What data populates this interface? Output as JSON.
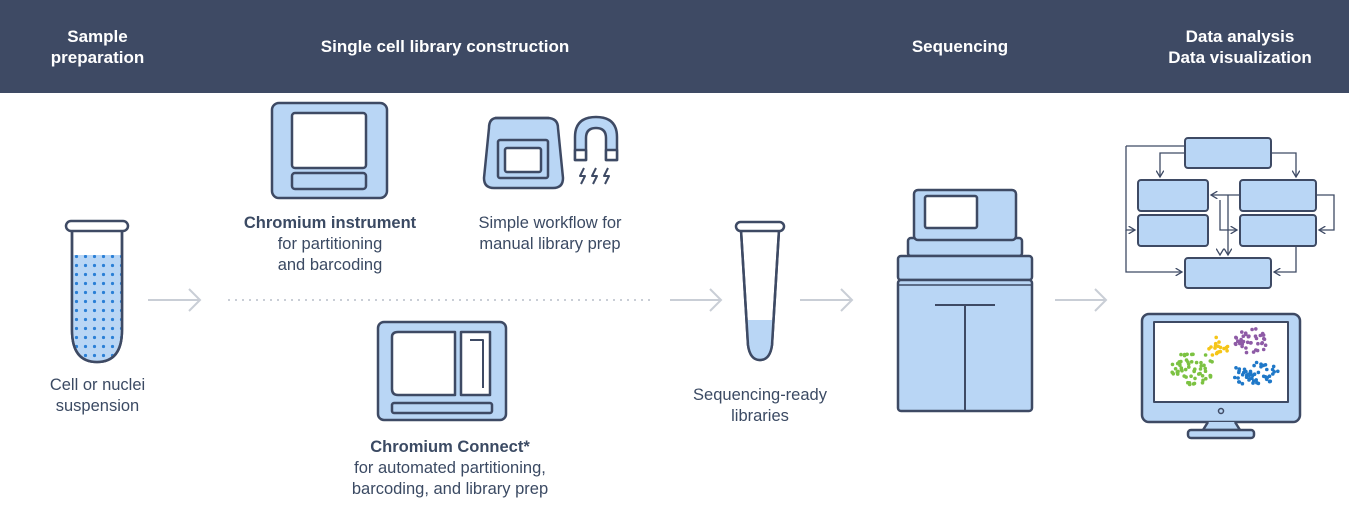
{
  "header": {
    "sample_prep": "Sample\npreparation",
    "library": "Single cell library construction",
    "sequencing": "Sequencing",
    "analysis": "Data analysis\nData visualization"
  },
  "labels": {
    "cell_line1": "Cell or nuclei",
    "cell_line2": "suspension",
    "chromium_title": "Chromium instrument",
    "chromium_line1": "for partitioning",
    "chromium_line2": "and barcoding",
    "workflow_line1": "Simple workflow for",
    "workflow_line2": "manual library prep",
    "connect_title": "Chromium Connect*",
    "connect_line1": "for automated partitioning,",
    "connect_line2": "barcoding, and library prep",
    "libraries_line1": "Sequencing-ready",
    "libraries_line2": "libraries"
  },
  "colors": {
    "header_bg": "#3e4a64",
    "outline": "#3e4a64",
    "fill": "#b9d6f5",
    "arrow": "#c9ced6",
    "cluster_green": "#7cc242",
    "cluster_yellow": "#f5c518",
    "cluster_purple": "#8e5ba6",
    "cluster_blue": "#1f78c8"
  },
  "icons": [
    "tube-icon",
    "chromium-instrument-icon",
    "thermocycler-icon",
    "magnet-icon",
    "chromium-connect-icon",
    "library-tube-icon",
    "sequencer-icon",
    "flowchart-icon",
    "monitor-cluster-icon"
  ]
}
